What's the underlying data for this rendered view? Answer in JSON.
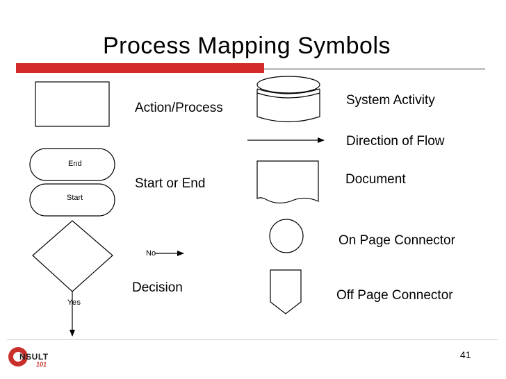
{
  "slide": {
    "title": "Process Mapping Symbols",
    "page_number": "41",
    "accent_color": "#d42a2a"
  },
  "symbols": {
    "action_process": "Action/Process",
    "start_or_end": "Start or End",
    "end_terminal": "End",
    "start_terminal": "Start",
    "decision": "Decision",
    "decision_no": "No",
    "decision_yes": "Yes",
    "system_activity": "System Activity",
    "direction_of_flow": "Direction of Flow",
    "document": "Document",
    "on_page_connector": "On Page Connector",
    "off_page_connector": "Off Page Connector"
  },
  "logo": {
    "word": "NSULT",
    "sub": "101"
  }
}
